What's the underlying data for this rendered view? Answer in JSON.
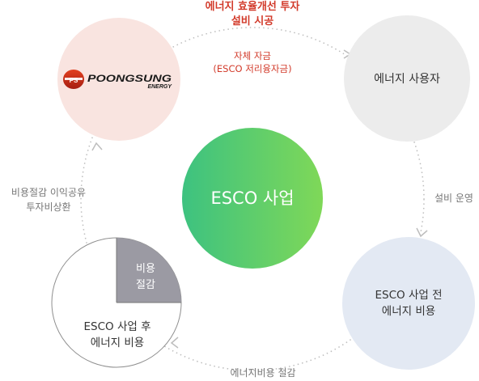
{
  "top_label": {
    "line1": "에너지 효율개선 투자",
    "line2": "설비 시공"
  },
  "top_sublabel": {
    "line1": "자체 자금",
    "line2": "(ESCO 저리융자금)"
  },
  "right_label": "설비 운영",
  "bottom_label": "에너지비용 절감",
  "left_label": {
    "line1": "비용절감 이익공유",
    "line2": "투자비상환"
  },
  "center": {
    "label": "ESCO 사업"
  },
  "nodes": {
    "poongsung": {
      "logo_text": "POONGSUNG",
      "logo_sub": "ENERGY",
      "logo_mark": "PS"
    },
    "energy_user": {
      "label": "에너지 사용자"
    },
    "before_cost": {
      "line1": "ESCO 사업 전",
      "line2": "에너지 비용"
    },
    "after_cost": {
      "line1": "ESCO 사업 후",
      "line2": "에너지 비용",
      "savings_line1": "비용",
      "savings_line2": "절감"
    }
  },
  "colors": {
    "accent_red": "#d23a2a",
    "pink_circle": "#f9e4e0",
    "gray_circle": "#ececec",
    "blue_circle": "#e3e9f3",
    "green_start": "#3dc280",
    "green_end": "#7fd858",
    "savings_quadrant": "#9b9aa3"
  }
}
